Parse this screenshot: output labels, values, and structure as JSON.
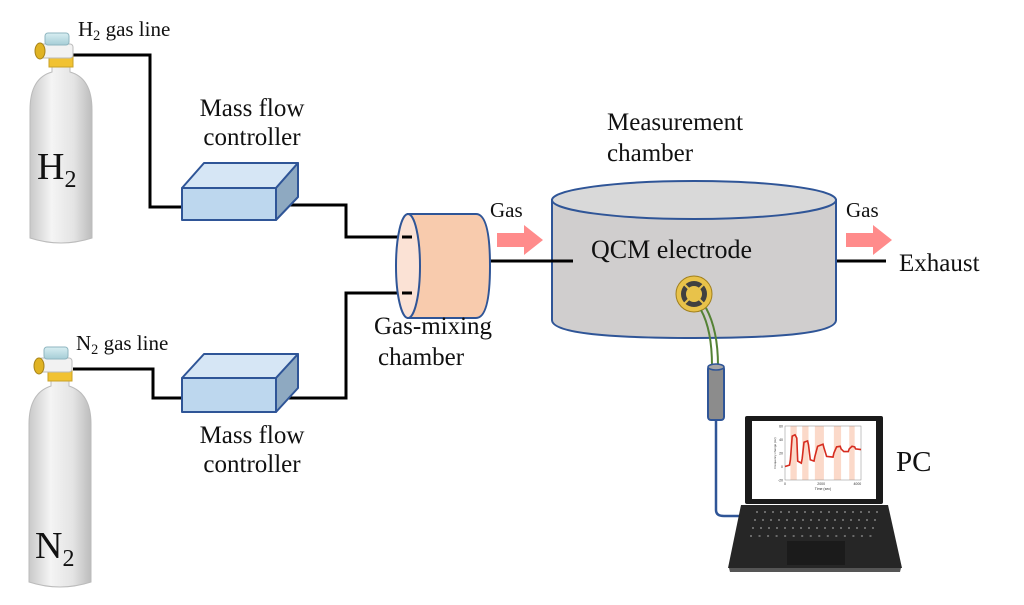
{
  "diagram": {
    "title": "QCM hydrogen gas sensing measurement setup",
    "cylinders": [
      {
        "id": "h2",
        "label_main": "H",
        "label_sub": "2",
        "line_label_main": "H",
        "line_label_sub": "2",
        "line_label_rest": " gas line"
      },
      {
        "id": "n2",
        "label_main": "N",
        "label_sub": "2",
        "line_label_main": "N",
        "line_label_sub": "2",
        "line_label_rest": " gas line"
      }
    ],
    "mfc_top": {
      "line1": "Mass flow",
      "line2": "controller"
    },
    "mfc_bottom": {
      "line1": "Mass flow",
      "line2": "controller"
    },
    "mixing_chamber": {
      "line1": "Gas-mixing",
      "line2": "chamber"
    },
    "measurement_chamber": {
      "line1": "Measurement",
      "line2": "chamber"
    },
    "qcm_label": "QCM electrode",
    "gas_in_label": "Gas",
    "gas_out_label": "Gas",
    "exhaust_label": "Exhaust",
    "pc_label": "PC",
    "colors": {
      "line": "#000000",
      "cylinder_body": "#e2e2e2",
      "mfc_front": "#bdd7ee",
      "mfc_side": "#8ea9c1",
      "mfc_border": "#2f5597",
      "mixer_fill": "#f8cbad",
      "mixer_face": "#fbe2d5",
      "chamber_fill": "#d0cece",
      "chamber_border": "#2f5597",
      "arrow": "#ff8b8b",
      "electrode_gold": "#e8c24a",
      "electrode_dark": "#404040",
      "wire_green": "#548235",
      "cable_blue": "#2f5597",
      "laptop_body": "#1e1e1e"
    }
  },
  "chart_data": {
    "type": "line",
    "title": "",
    "xlabel": "Time (sec)",
    "ylabel": "Frequency change (Hz)",
    "xlim": [
      0,
      4200
    ],
    "ylim": [
      -20,
      60
    ],
    "xticks": [
      "0",
      "2000",
      "4000"
    ],
    "yticks": [
      "-20",
      "0",
      "20",
      "40",
      "60"
    ],
    "shaded_intervals": [
      [
        300,
        650
      ],
      [
        950,
        1300
      ],
      [
        1650,
        2150
      ],
      [
        2700,
        3100
      ],
      [
        3550,
        3850
      ]
    ],
    "series": [
      {
        "name": "Frequency change",
        "x": [
          0,
          250,
          300,
          400,
          550,
          650,
          700,
          900,
          950,
          1050,
          1250,
          1300,
          1400,
          1600,
          1650,
          1800,
          2100,
          2150,
          2300,
          2650,
          2700,
          2850,
          3050,
          3100,
          3250,
          3500,
          3550,
          3700,
          3850,
          3900,
          4200
        ],
        "y": [
          0,
          2,
          10,
          45,
          47,
          42,
          8,
          5,
          12,
          36,
          38,
          32,
          10,
          8,
          15,
          30,
          33,
          28,
          15,
          14,
          20,
          29,
          30,
          26,
          22,
          22,
          26,
          30,
          29,
          26,
          25
        ]
      }
    ]
  }
}
